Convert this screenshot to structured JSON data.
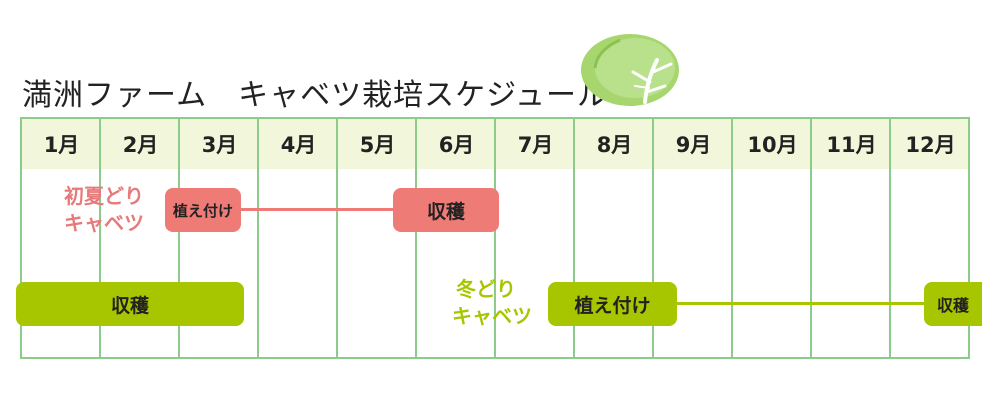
{
  "title": "満洲ファーム　キャベツ栽培スケジュール",
  "months": [
    "1月",
    "2月",
    "3月",
    "4月",
    "5月",
    "6月",
    "7月",
    "8月",
    "9月",
    "10月",
    "11月",
    "12月"
  ],
  "colors": {
    "grid": "#8ccb8a",
    "header_bg": "#f2f7dc",
    "summer": "#ef7b77",
    "winter": "#a8c600",
    "summer_label": "#e8797a",
    "winter_label": "#a8c600"
  },
  "icon": "cabbage-icon",
  "summer_cabbage": {
    "label_line1": "初夏どり",
    "label_line2": "キャベツ",
    "planting_label": "植え付け",
    "harvest_label": "収穫"
  },
  "winter_cabbage": {
    "label_line1": "冬どり",
    "label_line2": "キャベツ",
    "planting_label": "植え付け",
    "harvest_label": "収穫",
    "early_harvest_label": "収穫"
  }
}
